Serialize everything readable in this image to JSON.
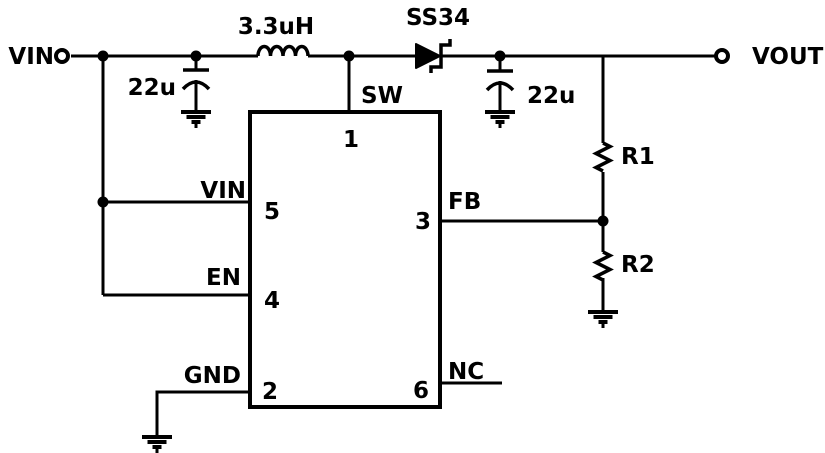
{
  "schematic": {
    "type": "boost-converter-circuit",
    "colors": {
      "wire": "#000000",
      "background": "#ffffff"
    },
    "terminals": {
      "input": "VIN",
      "output": "VOUT"
    },
    "components": {
      "inductor": {
        "label": "3.3uH"
      },
      "diode": {
        "label": "SS34"
      },
      "input_cap": {
        "label": "22u"
      },
      "output_cap": {
        "label": "22u"
      },
      "r1": {
        "label": "R1"
      },
      "r2": {
        "label": "R2"
      }
    },
    "ic_pins": [
      {
        "number": "1",
        "name": "SW"
      },
      {
        "number": "2",
        "name": "GND"
      },
      {
        "number": "3",
        "name": "FB"
      },
      {
        "number": "4",
        "name": "EN"
      },
      {
        "number": "5",
        "name": "VIN"
      },
      {
        "number": "6",
        "name": "NC"
      }
    ]
  }
}
